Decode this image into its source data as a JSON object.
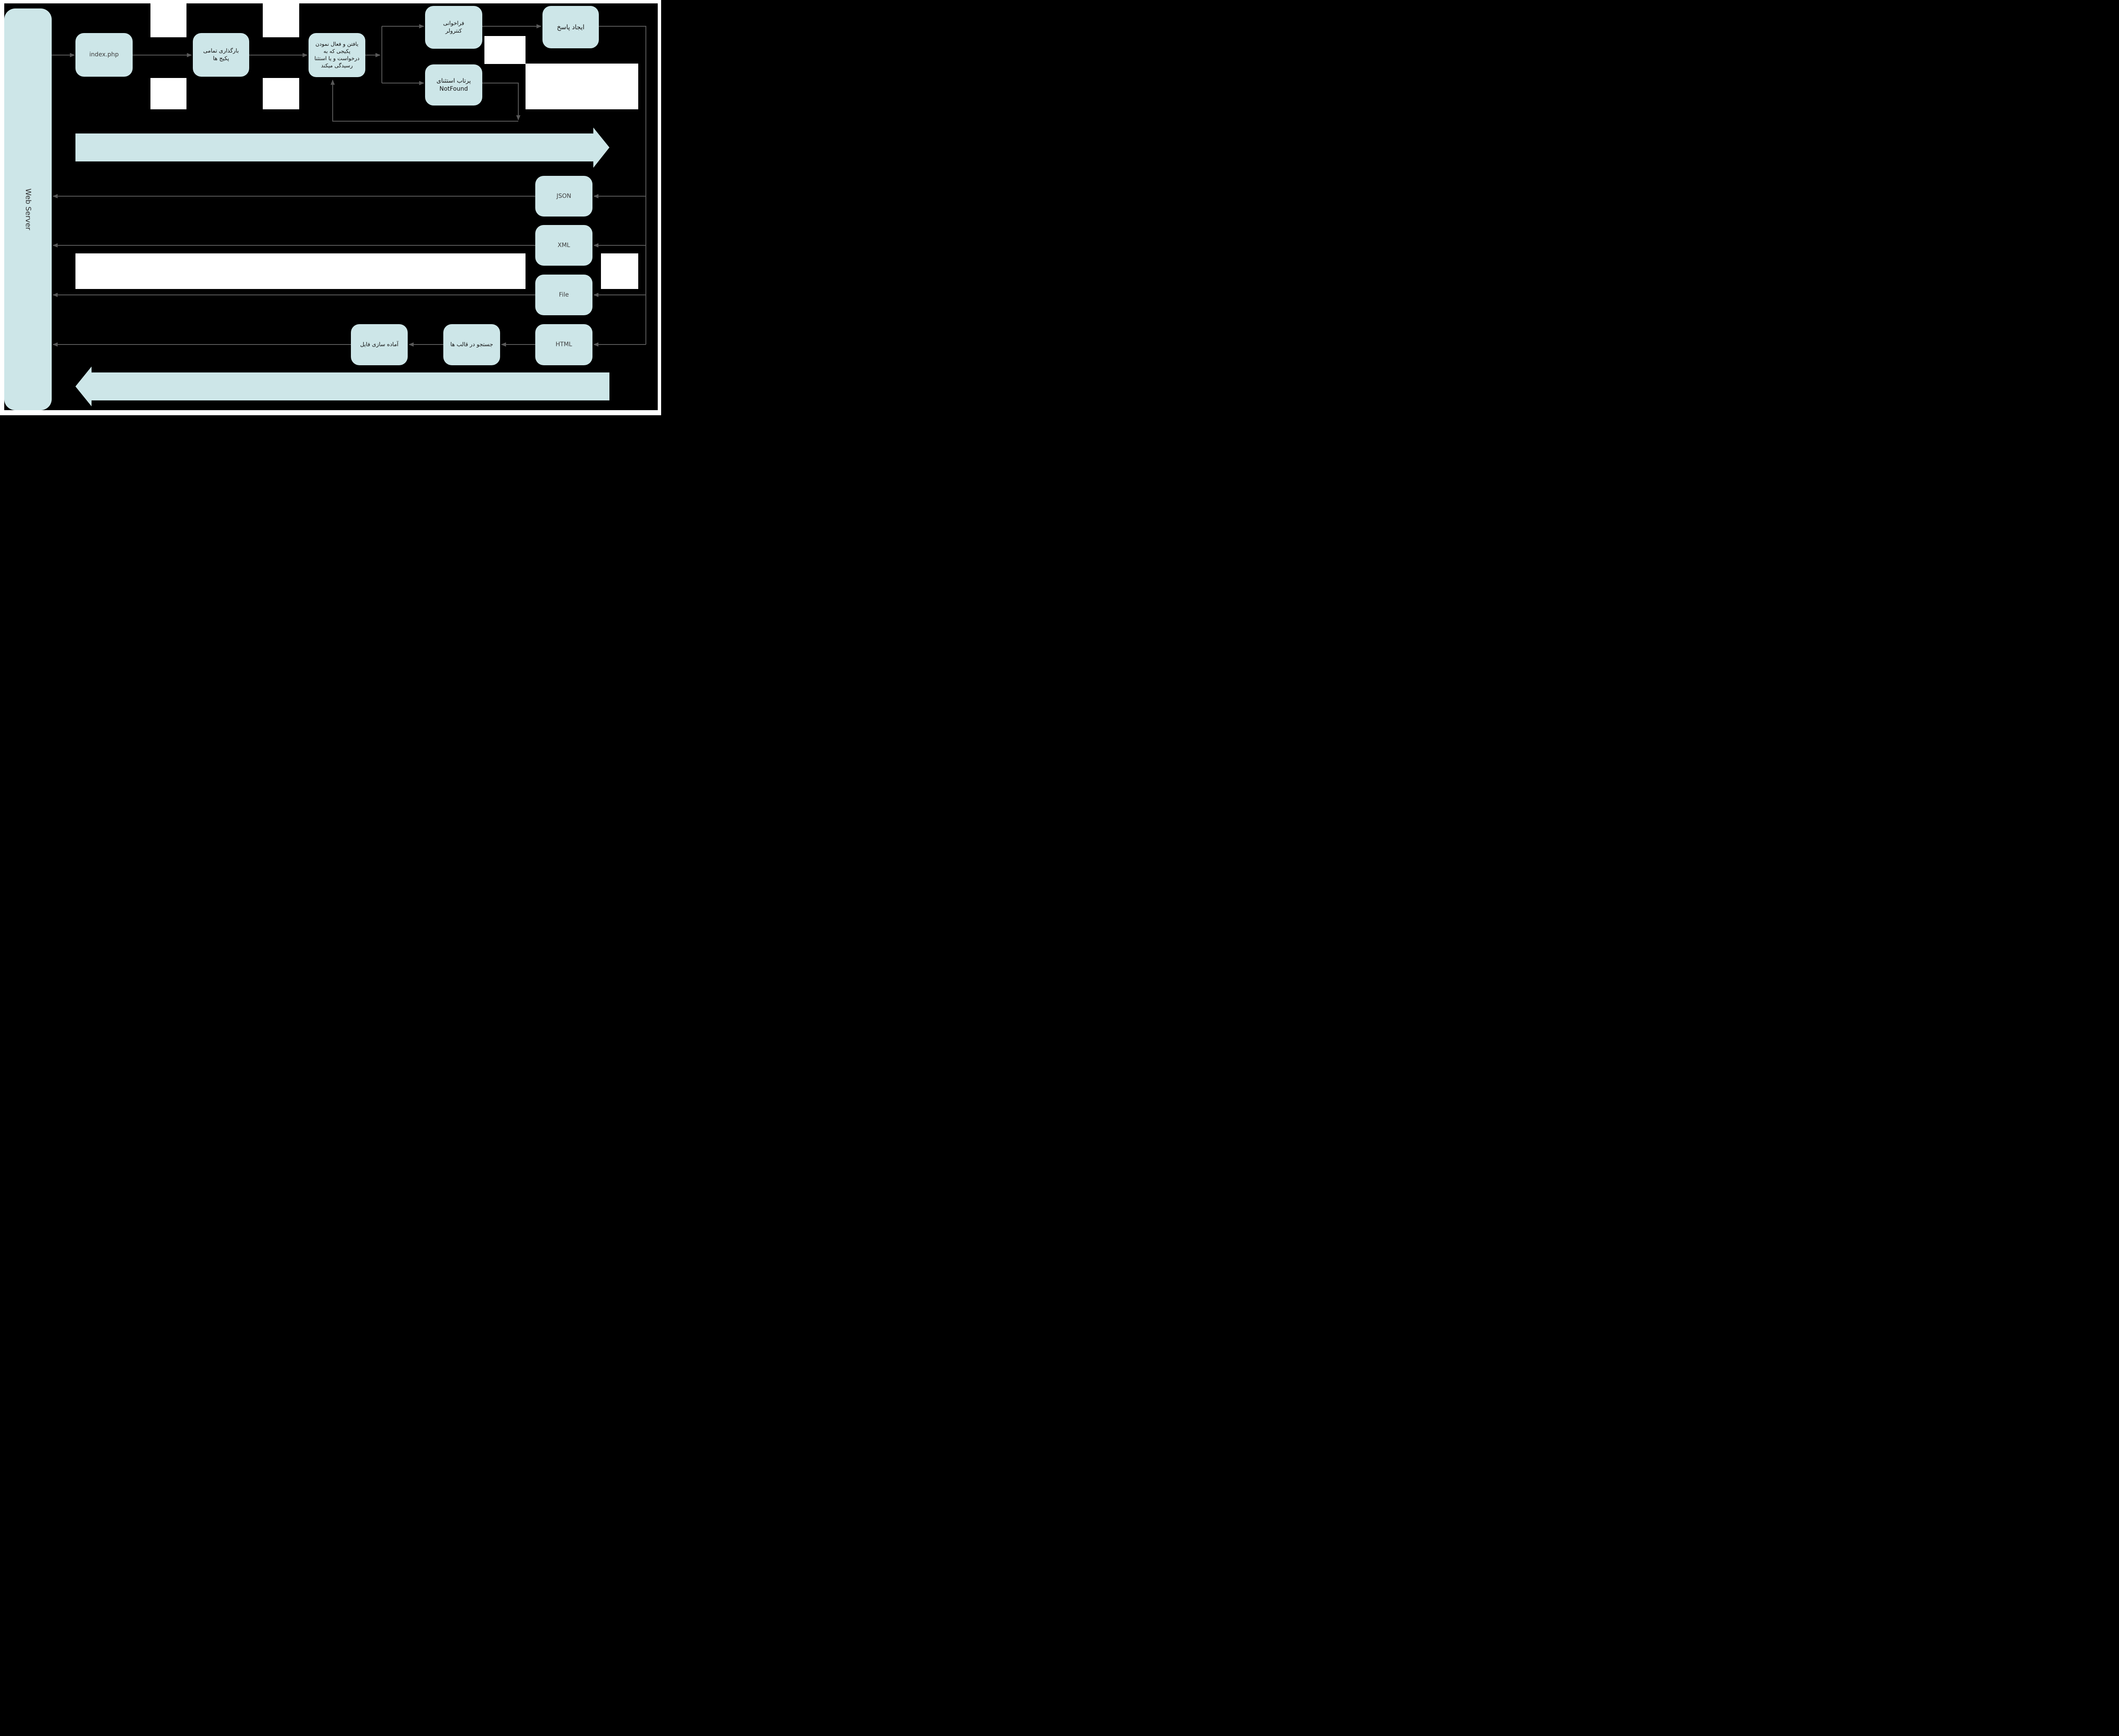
{
  "diagram": {
    "colors": {
      "background": "#000000",
      "node_fill": "#cde6e8",
      "edge": "#595959",
      "node_text_latin": "#3d3d3d",
      "node_text_persian": "#111111",
      "background_patch": "#ffffff"
    },
    "nodes": {
      "web_server": {
        "label": "Web Server"
      },
      "index_php": {
        "label": "index.php"
      },
      "load_packages": {
        "label": "بارگذاری تمامی\nپکیج ها"
      },
      "find_package": {
        "label": "یافتن و فعال نمودن\nپکیجی که به\nدرخواست و یا استثنا\nرسیدگی میکند"
      },
      "call_controller": {
        "label": "فراخوانی\nکنترولر"
      },
      "create_response": {
        "label": "ایجاد پاسخ"
      },
      "throw_notfound": {
        "label": "پرتاب استثنای\nNotFound"
      },
      "json_response": {
        "label": "JSON"
      },
      "xml_response": {
        "label": "XML"
      },
      "file_response": {
        "label": "File"
      },
      "html_response": {
        "label": "HTML"
      },
      "search_templates": {
        "label": "جستجو در قالب ها"
      },
      "prepare_file": {
        "label": "آماده سازی فایل"
      }
    },
    "edges": [
      {
        "from": "web_server",
        "to": "index_php"
      },
      {
        "from": "index_php",
        "to": "load_packages"
      },
      {
        "from": "load_packages",
        "to": "find_package"
      },
      {
        "from": "find_package",
        "to": "call_controller"
      },
      {
        "from": "find_package",
        "to": "throw_notfound"
      },
      {
        "from": "call_controller",
        "to": "create_response"
      },
      {
        "from": "create_response",
        "to": "json_response"
      },
      {
        "from": "create_response",
        "to": "xml_response"
      },
      {
        "from": "create_response",
        "to": "file_response"
      },
      {
        "from": "create_response",
        "to": "html_response"
      },
      {
        "from": "throw_notfound",
        "to": "find_package"
      },
      {
        "from": "json_response",
        "to": "web_server"
      },
      {
        "from": "xml_response",
        "to": "web_server"
      },
      {
        "from": "file_response",
        "to": "web_server"
      },
      {
        "from": "html_response",
        "to": "search_templates"
      },
      {
        "from": "search_templates",
        "to": "prepare_file"
      },
      {
        "from": "prepare_file",
        "to": "web_server"
      }
    ]
  }
}
